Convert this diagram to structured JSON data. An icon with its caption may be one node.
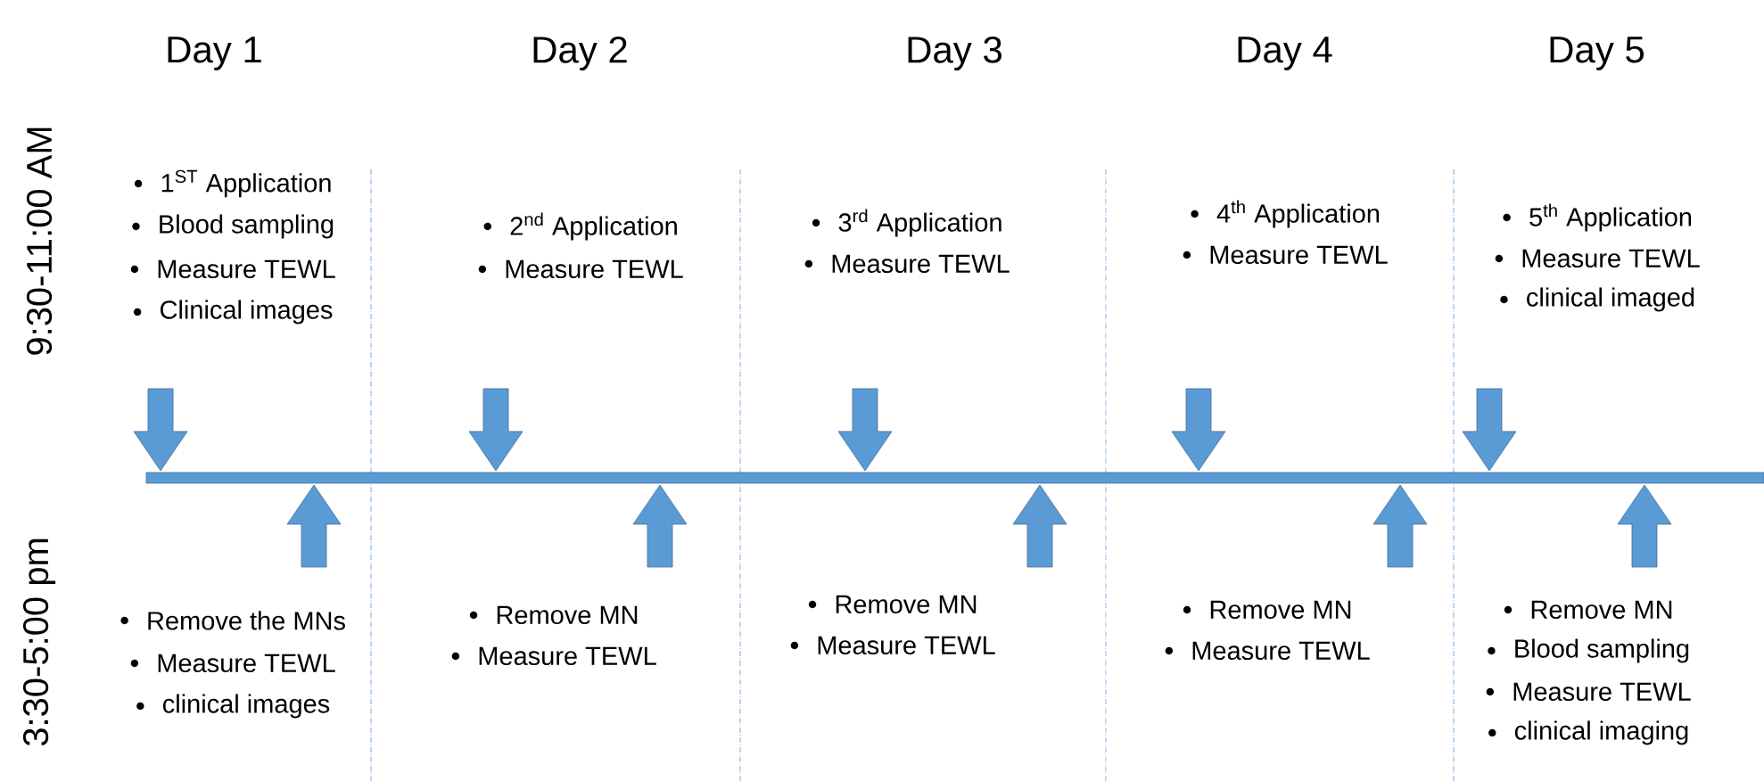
{
  "diagram": {
    "labels": [
      "Day 1",
      "Day 2",
      "Day 3",
      "Day 4",
      "Day 5",
      "9:30-11:00 AM",
      "3:30-5:00 pm",
      "1$^{ST}$ Application",
      "Blood sampling",
      "Measure TEWL",
      "Clinical images",
      "2$^{nd}$ Application",
      "Measure TEWL",
      "3$^{rd}$ Application",
      "Measure TEWL",
      "4$^{th}$ Application",
      "Measure TEWL",
      "5$^{th}$ Application",
      "Measure TEWL",
      "clinical imaged",
      "Remove the MNs",
      "Measure TEWL",
      "clinical images",
      "Remove MN",
      "Measure TEWL",
      "Remove MN",
      "Measure TEWL",
      "Remove MN",
      "Measure TEWL",
      "Remove MN",
      "Blood sampling",
      "Measure TEWL",
      "clinical imaging"
    ]
  }
}
